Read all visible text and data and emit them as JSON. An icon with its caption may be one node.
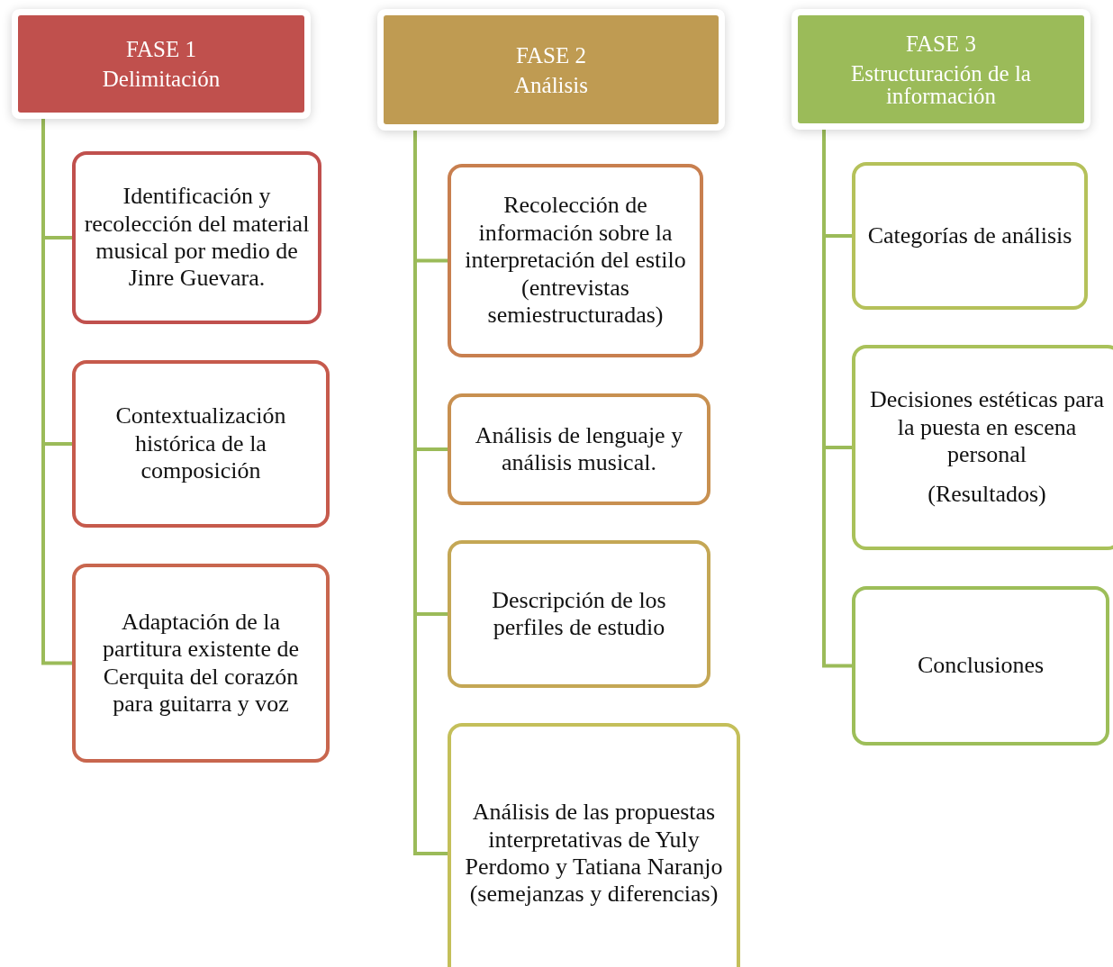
{
  "diagram": {
    "nodes": [
      {
        "text": [
          "FASE 1",
          "Delimitación"
        ]
      },
      {
        "text": [
          "Identificación y recolección del material musical por medio de Jinre Guevara."
        ]
      },
      {
        "text": [
          "Contextualización histórica de la composición"
        ]
      },
      {
        "text": [
          "Adaptación de la partitura existente de Cerquita del corazón para guitarra y voz"
        ]
      },
      {
        "text": [
          "FASE 2",
          "Análisis"
        ]
      },
      {
        "text": [
          "Recolección de información sobre la interpretación del estilo (entrevistas semiestructuradas)"
        ]
      },
      {
        "text": [
          "Análisis de lenguaje y análisis musical."
        ]
      },
      {
        "text": [
          "Descripción de los perfiles de estudio"
        ]
      },
      {
        "text": [
          "Análisis de las propuestas interpretativas de Yuly Perdomo y Tatiana Naranjo (semejanzas y diferencias)"
        ]
      },
      {
        "text": [
          "FASE 3",
          "Estructuración de la información"
        ]
      },
      {
        "text": [
          "Categorías de análisis"
        ]
      },
      {
        "text": [
          "Decisiones estéticas para la puesta en escena personal",
          "(Resultados)"
        ]
      },
      {
        "text": [
          "Conclusiones"
        ]
      }
    ],
    "edges": [
      {
        "from": 0,
        "to": 1,
        "arrow": "none"
      },
      {
        "from": 0,
        "to": 2,
        "arrow": "none"
      },
      {
        "from": 0,
        "to": 3,
        "arrow": "none"
      },
      {
        "from": 4,
        "to": 5,
        "arrow": "none"
      },
      {
        "from": 4,
        "to": 6,
        "arrow": "none"
      },
      {
        "from": 4,
        "to": 7,
        "arrow": "none"
      },
      {
        "from": 4,
        "to": 8,
        "arrow": "none"
      },
      {
        "from": 9,
        "to": 10,
        "arrow": "none"
      },
      {
        "from": 9,
        "to": 11,
        "arrow": "none"
      },
      {
        "from": 9,
        "to": 12,
        "arrow": "none"
      }
    ]
  }
}
